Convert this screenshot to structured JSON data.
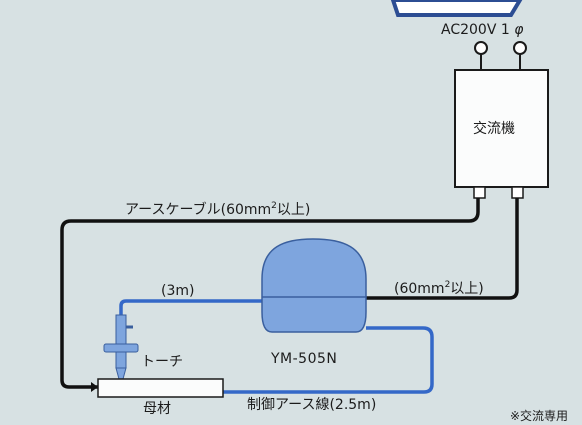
{
  "power": {
    "label": "AC200V 1",
    "phase_symbol": "φ"
  },
  "ac_machine": {
    "label": "交流機"
  },
  "earth_cable": {
    "label_prefix": "アースケーブル(60mm",
    "label_exp": "2",
    "label_suffix": "以上)"
  },
  "welder_cable": {
    "label_prefix": "(60mm",
    "label_exp": "2",
    "label_suffix": "以上)"
  },
  "torch_cable": {
    "label": "(3m)"
  },
  "torch": {
    "label": "トーチ"
  },
  "machine": {
    "label": "YM-505N"
  },
  "base_metal": {
    "label": "母材"
  },
  "control_earth_wire": {
    "label": "制御アース線(2.5m)"
  },
  "footnote": {
    "label": "※交流専用"
  },
  "colors": {
    "black_cable": "#111111",
    "blue_wire": "#3468c8",
    "machine_body": "#7ea5de",
    "box_fill": "#fbfcfc",
    "background": "#d7e1e3"
  }
}
